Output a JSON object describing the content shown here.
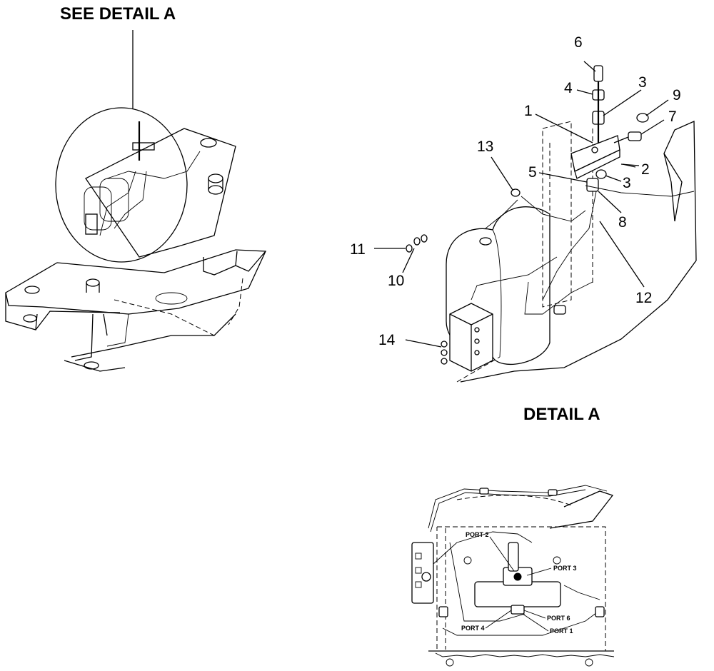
{
  "headings": {
    "see_detail": "SEE DETAIL A",
    "detail": "DETAIL A"
  },
  "callouts": {
    "c1": "1",
    "c2": "2",
    "c3a": "3",
    "c3b": "3",
    "c4": "4",
    "c5": "5",
    "c6": "6",
    "c7": "7",
    "c8": "8",
    "c9": "9",
    "c10": "10",
    "c11": "11",
    "c12": "12",
    "c13": "13",
    "c14": "14"
  },
  "ports": {
    "port2": "PORT 2",
    "port3": "PORT 3",
    "port4": "PORT 4",
    "port6": "PORT 6",
    "port1": "PORT 1"
  }
}
